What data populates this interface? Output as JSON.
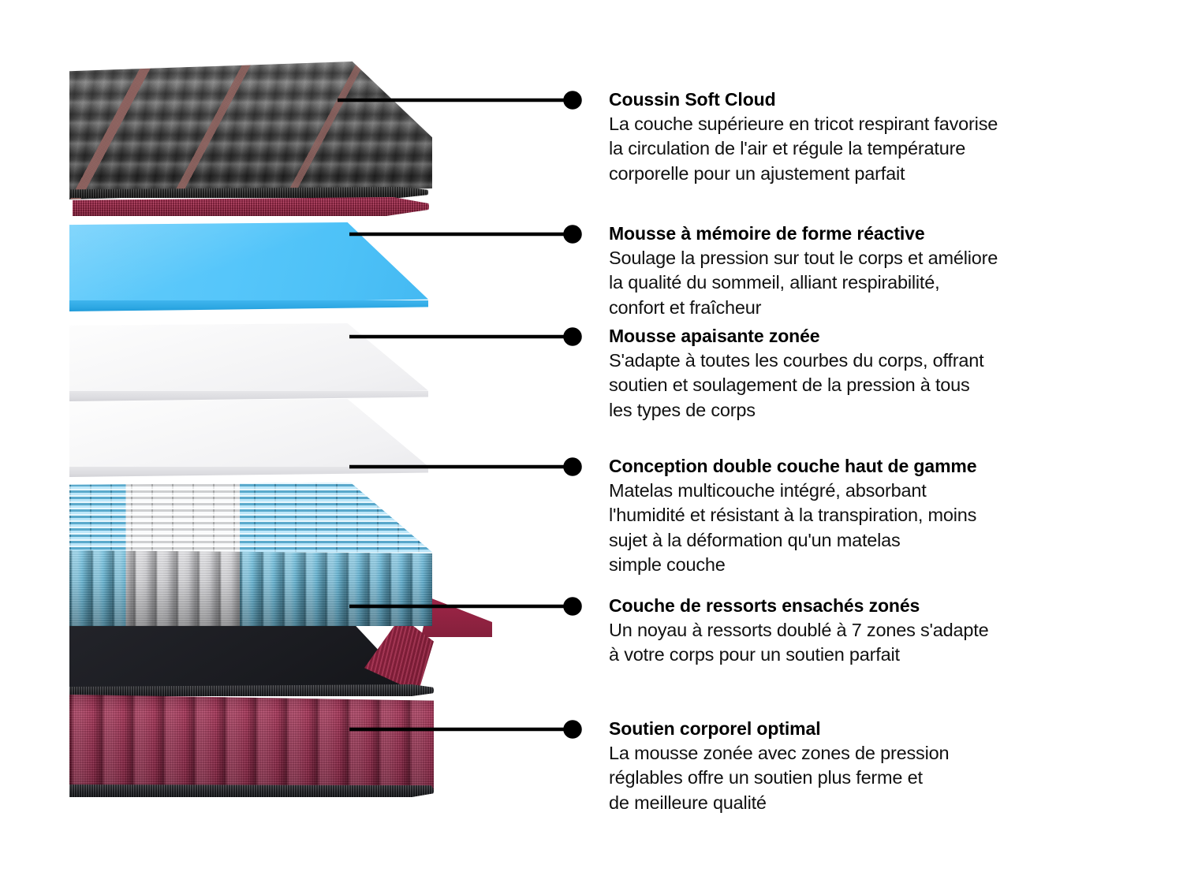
{
  "diagram": {
    "alt": "Vue éclatée des couches du matelas",
    "colors": {
      "accent_red": "#F04A3C",
      "crimson_band": "#A8284C",
      "memory_foam_blue": "#5BC4F2",
      "calm_foam_white": "#F7F7F8",
      "dual_foam_white": "#F7F7F8",
      "spring_blue": "#5BC4F2",
      "spring_zone_white": "#F4F6F8",
      "base_burgundy": "#9D3052",
      "base_dark": "#1B1C21",
      "quilt_gray": "#4B4B4B",
      "connector_black": "#000000"
    },
    "layers": [
      {
        "id": "cushion",
        "name": "Coussin Soft Cloud",
        "material": "tricot matelassé gris avec accents rouges"
      },
      {
        "id": "memory",
        "name": "Mousse à mémoire de forme réactive",
        "material": "mousse bleue"
      },
      {
        "id": "calm",
        "name": "Mousse apaisante zonée",
        "material": "mousse blanche"
      },
      {
        "id": "dual",
        "name": "Conception double couche haut de gamme",
        "material": "mousse blanche"
      },
      {
        "id": "springs",
        "name": "Couche de ressorts ensachés zonés",
        "material": "ressorts ensachés bleus et blancs"
      },
      {
        "id": "base",
        "name": "Soutien corporel optimal",
        "material": "socle bordeaux matelassé"
      }
    ]
  },
  "callouts": [
    {
      "title": "Coussin Soft Cloud",
      "body": "La couche supérieure en tricot respirant favorise\nla circulation de l'air et régule la température\ncorporelle pour un ajustement parfait"
    },
    {
      "title": "Mousse à mémoire de forme réactive",
      "body": "Soulage la pression sur tout le corps et améliore\nla qualité du sommeil, alliant respirabilité,\nconfort et fraîcheur"
    },
    {
      "title": "Mousse apaisante zonée",
      "body": "S'adapte à toutes les courbes du corps, offrant\nsoutien et soulagement de la pression à tous\nles types de corps"
    },
    {
      "title": "Conception double couche haut de gamme",
      "body": "Matelas multicouche intégré, absorbant\nl'humidité et résistant à la transpiration, moins\nsujet à la déformation qu'un matelas\nsimple couche"
    },
    {
      "title": "Couche de ressorts ensachés zonés",
      "body": "Un noyau à ressorts doublé à 7 zones s'adapte\nà votre corps pour un soutien parfait"
    },
    {
      "title": "Soutien corporel optimal",
      "body": "La mousse zonée avec zones de pression\nréglables offre un soutien plus ferme et\nde meilleure qualité"
    }
  ]
}
